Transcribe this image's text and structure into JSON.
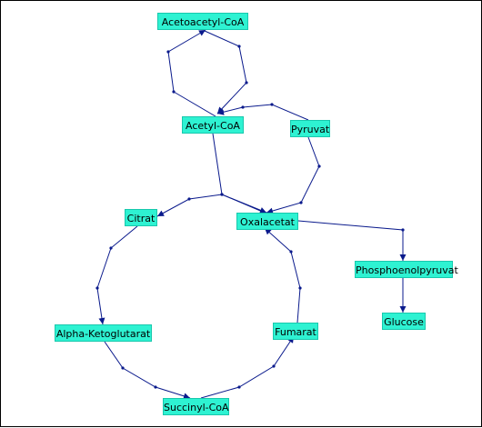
{
  "colors": {
    "node_fill": "#2ef2d2",
    "node_border": "#18c8ad",
    "edge": "#0a1a8c",
    "frame": "#000000"
  },
  "nodes": {
    "acetoacetyl_coa": "Acetoacetyl-CoA",
    "acetyl_coa": "Acetyl-CoA",
    "pyruvat": "Pyruvat",
    "citrat": "Citrat",
    "oxalacetat": "Oxalacetat",
    "phosphoenolpyruvat": "Phosphoenolpyruvat",
    "alpha_ketoglutarat": "Alpha-Ketoglutarat",
    "fumarat": "Fumarat",
    "succinyl_coa": "Succinyl-CoA",
    "glucose": "Glucose"
  }
}
